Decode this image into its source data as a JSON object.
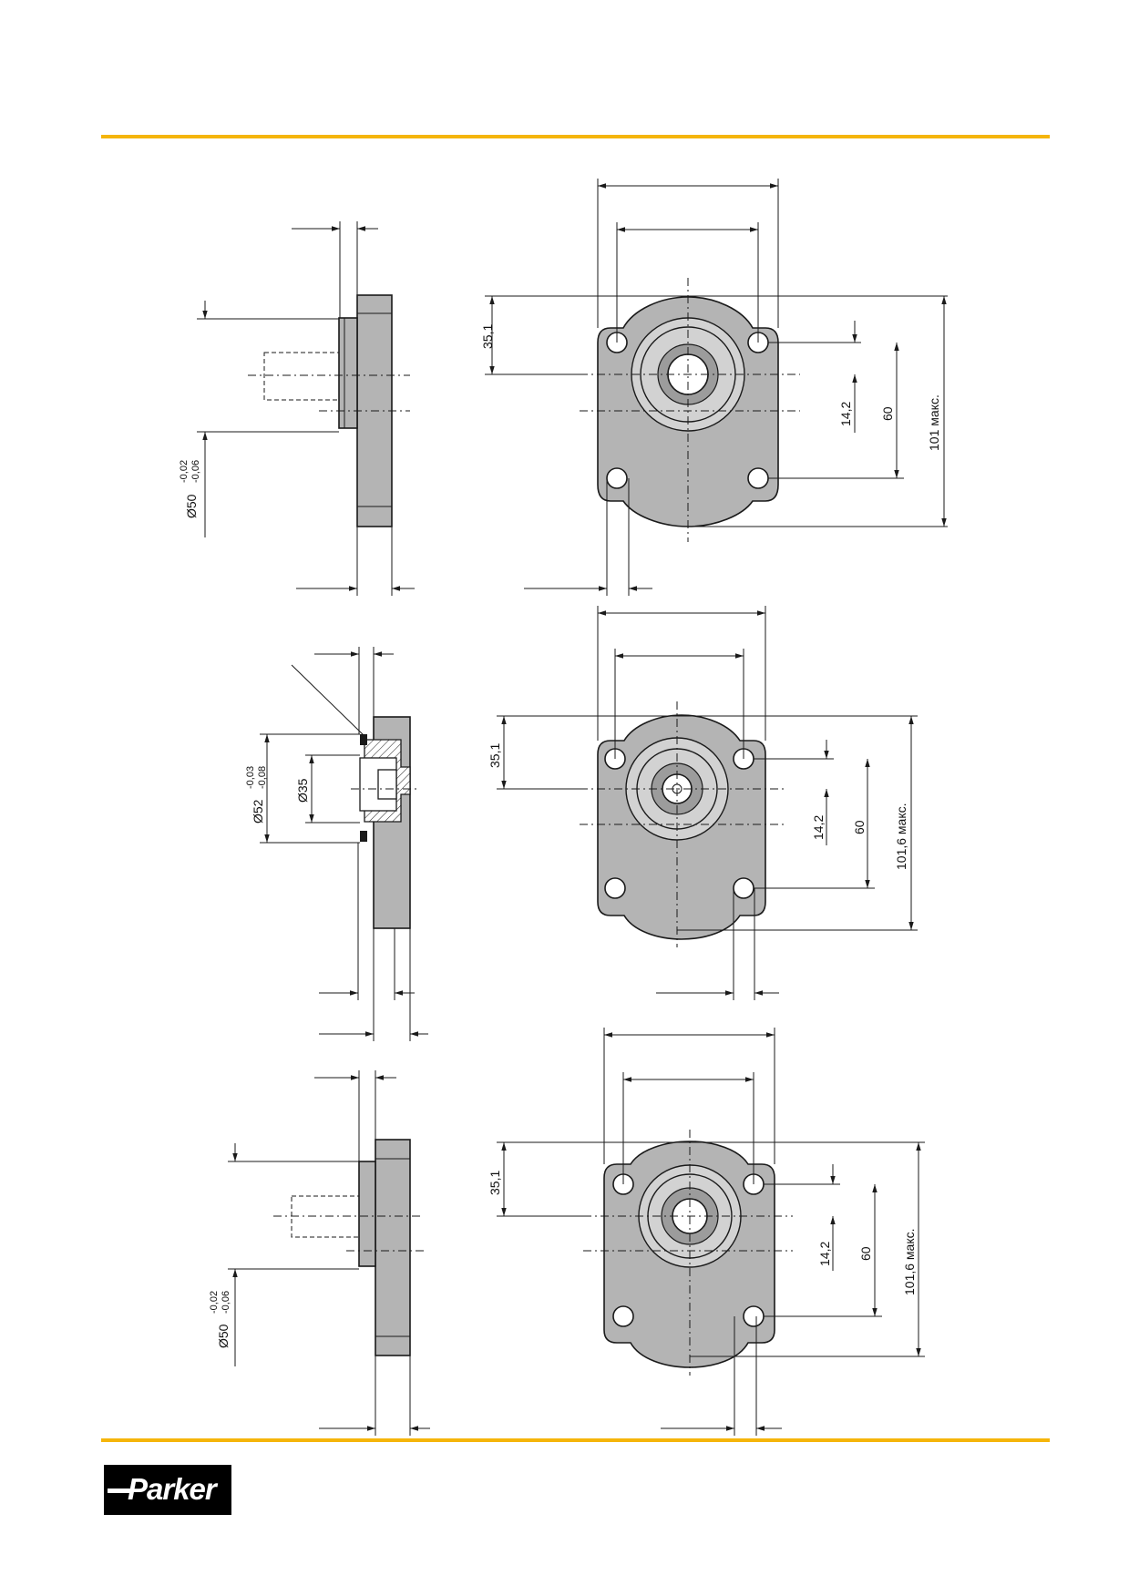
{
  "colors": {
    "accent_rule": "#f5b50a",
    "part_fill": "#b4b4b4",
    "line": "#1a1a1a"
  },
  "logo": {
    "text": "Parker"
  },
  "views": [
    {
      "id": "top",
      "side_label_diameter": "Ø50",
      "side_label_tol_upper": "-0,02",
      "side_label_tol_lower": "-0,06",
      "dim_offset": "35,1",
      "dim_hole_offset": "14,2",
      "dim_hole_spacing": "60",
      "dim_height": "101 макс."
    },
    {
      "id": "middle",
      "side_label_outer": "Ø52",
      "side_label_tol_upper": "-0,03",
      "side_label_tol_lower": "-0,08",
      "side_label_inner": "Ø35",
      "dim_offset": "35,1",
      "dim_hole_offset": "14,2",
      "dim_hole_spacing": "60",
      "dim_height": "101,6 макс."
    },
    {
      "id": "bottom",
      "side_label_diameter": "Ø50",
      "side_label_tol_upper": "-0,02",
      "side_label_tol_lower": "-0,06",
      "dim_offset": "35,1",
      "dim_hole_offset": "14,2",
      "dim_hole_spacing": "60",
      "dim_height": "101,6 макс."
    }
  ]
}
